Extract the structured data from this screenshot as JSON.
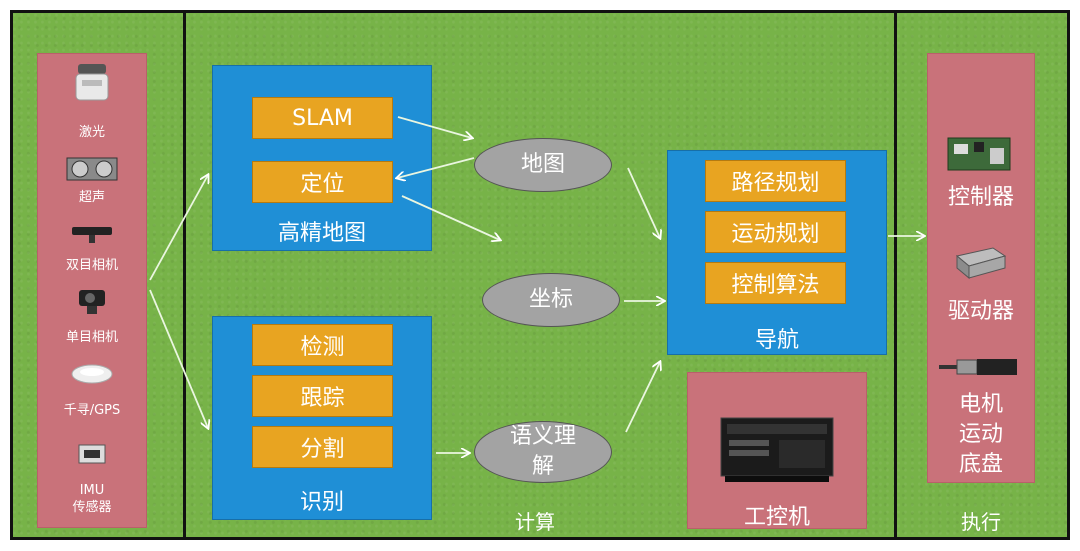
{
  "sensing": {
    "items": [
      {
        "label": "激光",
        "icon": "lidar-icon"
      },
      {
        "label": "超声",
        "icon": "ultrasonic-sensor-icon"
      },
      {
        "label": "双目相机",
        "icon": "stereo-camera-icon"
      },
      {
        "label": "单目相机",
        "icon": "mono-camera-icon"
      },
      {
        "label": "千寻/GPS",
        "icon": "gps-antenna-icon"
      },
      {
        "label": "IMU\n传感器",
        "icon": "imu-icon"
      }
    ]
  },
  "compute": {
    "title": "计算",
    "hd_map": {
      "title": "高精地图",
      "items": [
        "SLAM",
        "定位"
      ]
    },
    "recognition": {
      "title": "识别",
      "items": [
        "检测",
        "跟踪",
        "分割"
      ]
    },
    "ellipses": {
      "map": "地图",
      "coord": "坐标",
      "semantic": "语义理\n解"
    },
    "navigation": {
      "title": "导航",
      "items": [
        "路径规划",
        "运动规划",
        "控制算法"
      ]
    },
    "ipc": {
      "title": "工控机"
    }
  },
  "execution": {
    "title": "执行",
    "items": [
      {
        "label": "控制器",
        "icon": "controller-board-icon"
      },
      {
        "label": "驱动器",
        "icon": "driver-icon"
      },
      {
        "label": "电机\n运动\n底盘",
        "icon": "motor-icon"
      }
    ]
  },
  "colors": {
    "panel_green": "#77b348",
    "sensor_pink": "#c9727a",
    "module_blue": "#1f8fd6",
    "task_orange": "#e8a421",
    "ellipse_gray": "#a3a3a3"
  }
}
